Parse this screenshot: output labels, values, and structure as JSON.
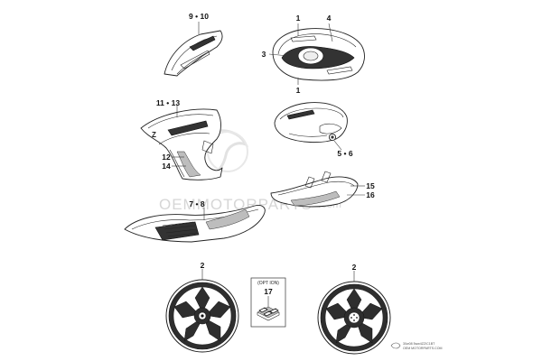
{
  "callouts": {
    "c_9_10": "9 • 10",
    "c_1_top": "1",
    "c_4": "4",
    "c_3": "3",
    "c_1_bottom": "1",
    "c_11_13": "11 • 13",
    "c_12": "12",
    "c_14": "14",
    "c_5_6": "5 • 6",
    "c_7_8": "7 • 8",
    "c_15": "15",
    "c_16": "16",
    "c_2_left": "2",
    "c_2_right": "2",
    "c_17": "17"
  },
  "option_box": {
    "label": "(OPT ION)"
  },
  "watermark": {
    "brand": "OEMMOTORPARTS",
    "suffix": ".com"
  },
  "footer": {
    "code_line1": "30w08 5ww4ZZ/C1BT",
    "code_line2": "OEM MOTORPARTS.COM"
  }
}
